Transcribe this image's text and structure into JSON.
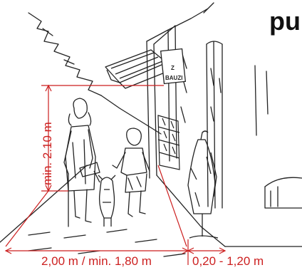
{
  "heading_fragment": "pu",
  "dimensions": {
    "clear_height": "min. 2.10 m",
    "walkway_width": "2,00 m / min. 1,80 m",
    "furniture_zone_width": "0,20 - 1,20 m"
  },
  "shop_sign": {
    "letter": "Z",
    "word": "BAUZI"
  },
  "colors": {
    "dimension_lines": "#cc1f1f",
    "sketch_lines": "#222222",
    "background": "#ffffff"
  }
}
